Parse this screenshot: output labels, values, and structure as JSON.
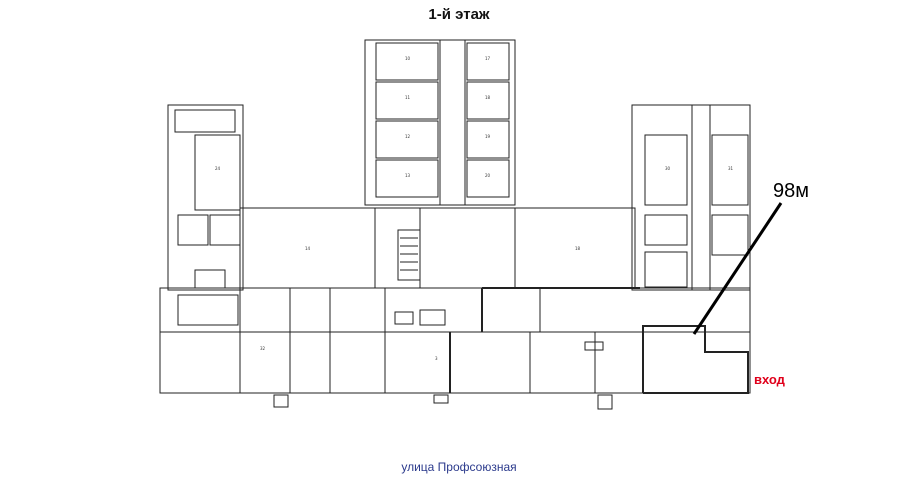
{
  "plan": {
    "floor_title": "1-й этаж",
    "highlight_area": "98м",
    "entrance_label": "вход",
    "street_label": "улица Профсоюзная",
    "colors": {
      "entrance": "#e0001b",
      "street": "#2b3a8c",
      "walls": "#222222"
    }
  }
}
